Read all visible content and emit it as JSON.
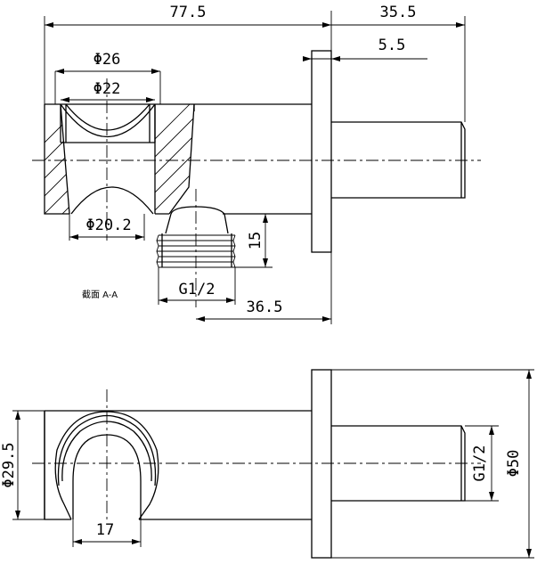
{
  "dimensions": {
    "overall_length": "77.5",
    "outlet_length": "35.5",
    "flange_thickness": "5.5",
    "bore_outer": "Φ26",
    "bore_inner": "Φ22",
    "bore_bottom": "Φ20.2",
    "thread_height": "15",
    "thread_label": "G1/2",
    "inlet_offset": "36.5",
    "side_diameter": "Φ29.5",
    "slot_width": "17",
    "outlet_thread": "G1/2",
    "flange_diameter": "Φ50"
  },
  "caption": "截面 A-A"
}
